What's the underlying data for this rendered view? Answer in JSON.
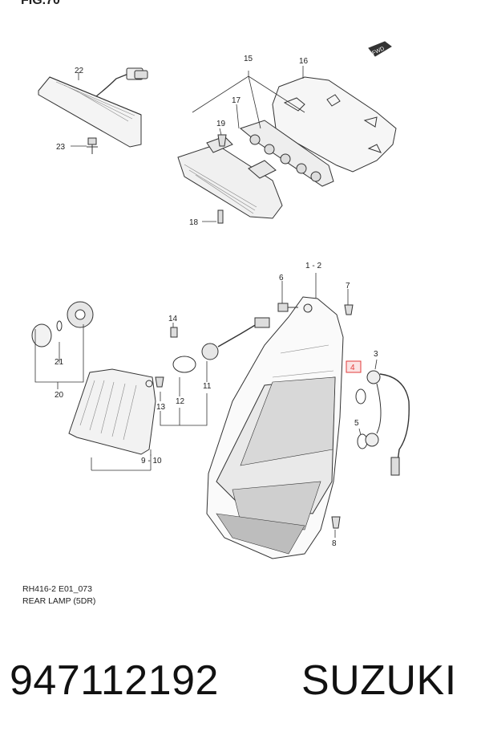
{
  "figure": {
    "fig_label": "FIG.70",
    "fwd_badge": "FWD",
    "ref_code": "RH416-2 E01_073",
    "ref_title": "REAR LAMP (5DR)"
  },
  "callouts": [
    {
      "id": "c22",
      "text": "22"
    },
    {
      "id": "c23",
      "text": "23"
    },
    {
      "id": "c15",
      "text": "15"
    },
    {
      "id": "c16",
      "text": "16"
    },
    {
      "id": "c17",
      "text": "17"
    },
    {
      "id": "c19",
      "text": "19"
    },
    {
      "id": "c18",
      "text": "18"
    },
    {
      "id": "c12a",
      "text": "1 - 2"
    },
    {
      "id": "c6",
      "text": "6"
    },
    {
      "id": "c7",
      "text": "7"
    },
    {
      "id": "c14",
      "text": "14"
    },
    {
      "id": "c3",
      "text": "3"
    },
    {
      "id": "c4",
      "text": "4"
    },
    {
      "id": "c5",
      "text": "5"
    },
    {
      "id": "c21",
      "text": "21"
    },
    {
      "id": "c20",
      "text": "20"
    },
    {
      "id": "c13",
      "text": "13"
    },
    {
      "id": "c12",
      "text": "12"
    },
    {
      "id": "c11",
      "text": "11"
    },
    {
      "id": "c910",
      "text": "9 - 10"
    },
    {
      "id": "c8",
      "text": "8"
    }
  ],
  "highlight": {
    "callout": "4",
    "color": "#e23b3b"
  },
  "footer": {
    "part_number": "947112192",
    "brand": "SUZUKI"
  },
  "colors": {
    "line": "#333333",
    "highlight_fill": "#fbe3e3"
  }
}
